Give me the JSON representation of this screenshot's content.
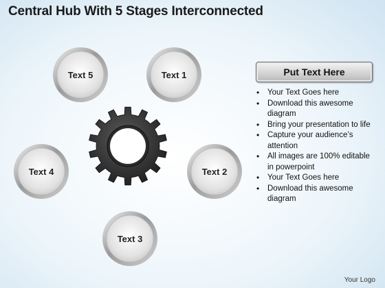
{
  "title": "Central Hub With 5 Stages Interconnected",
  "nodes": [
    "Text 1",
    "Text 2",
    "Text 3",
    "Text 4",
    "Text 5"
  ],
  "panel": {
    "header": "Put Text Here",
    "bullets": [
      "Your Text Goes here",
      "Download this awesome diagram",
      "Bring your presentation to life",
      "Capture your audience’s attention",
      "All images are 100% editable in powerpoint",
      "Your Text Goes here",
      "Download this awesome diagram"
    ]
  },
  "logo": "Your Logo"
}
